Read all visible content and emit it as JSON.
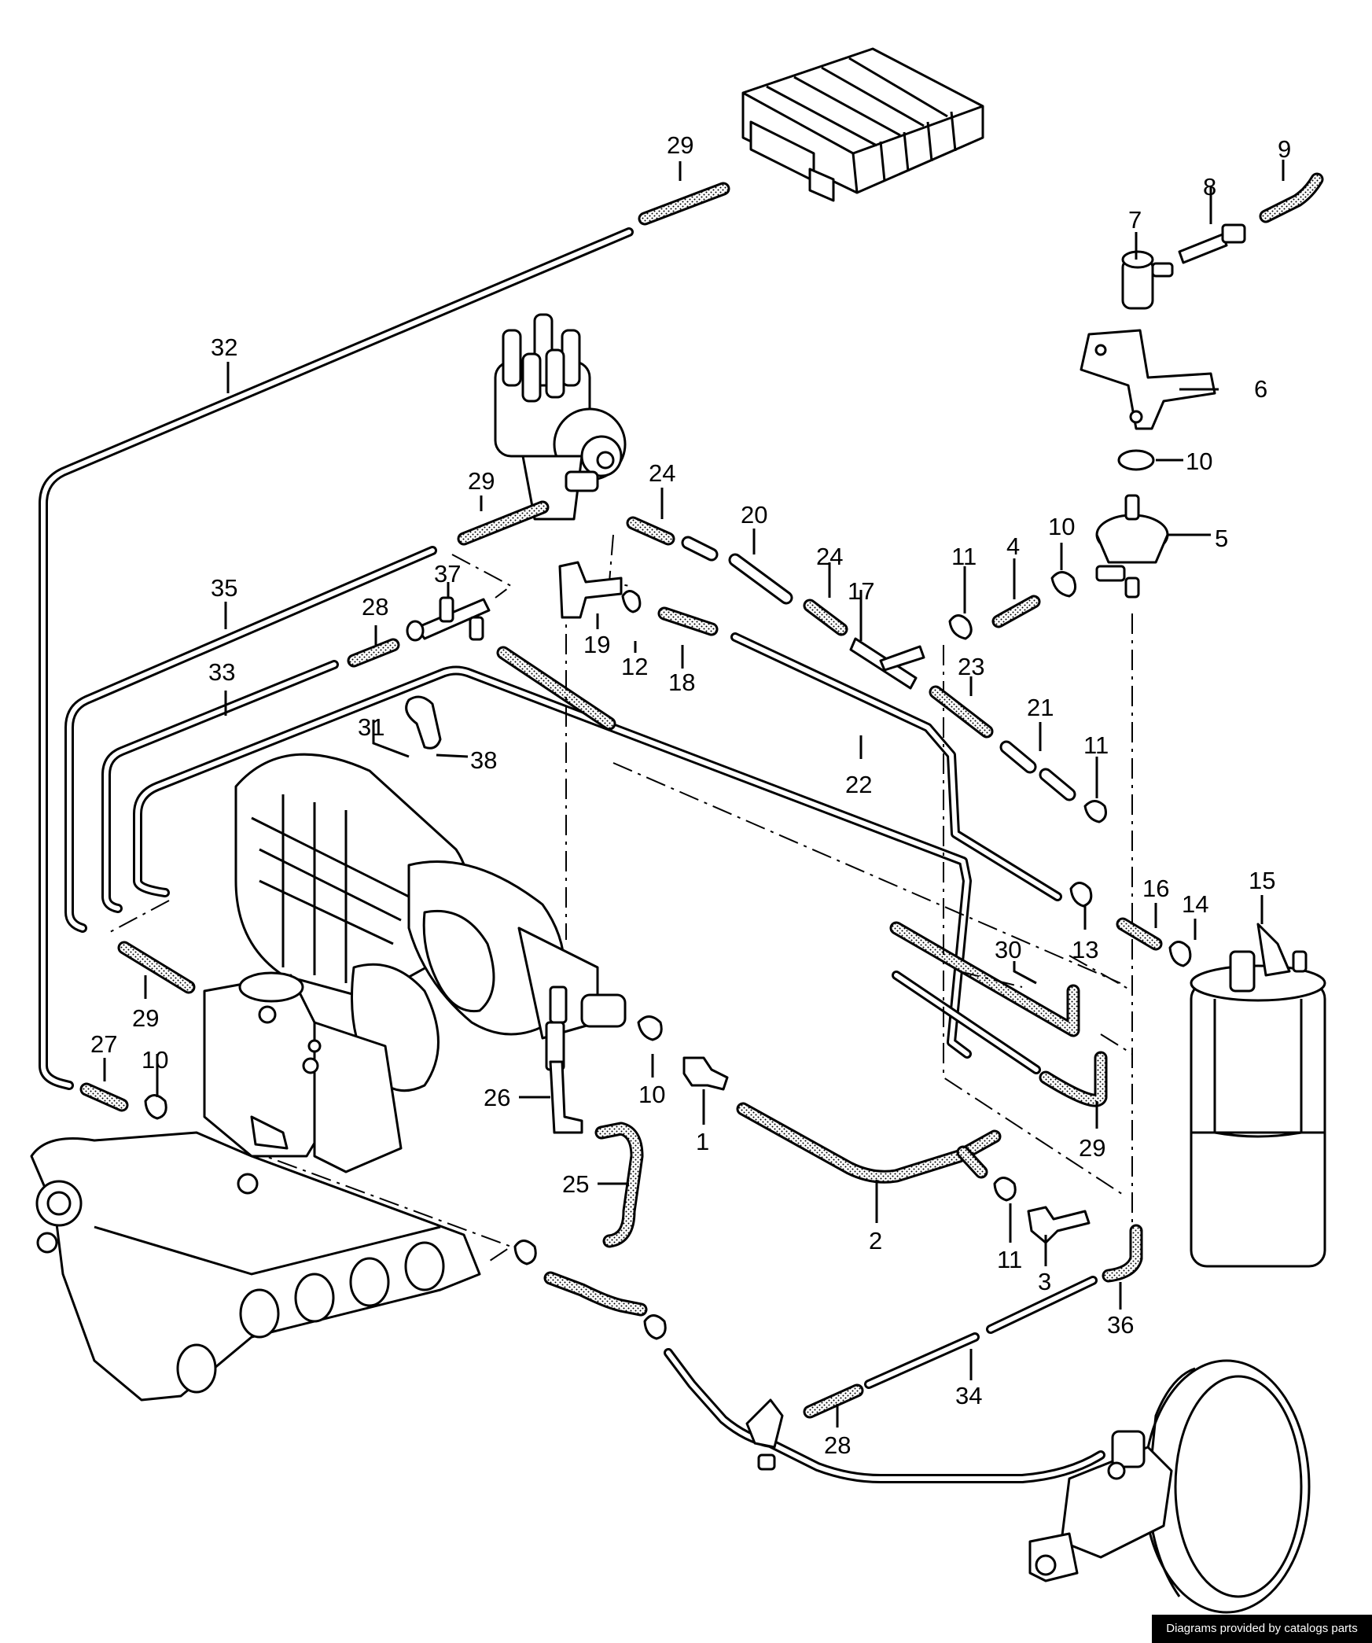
{
  "credit": "Diagrams provided by catalogs parts",
  "callouts": {
    "c1": "1",
    "c2": "2",
    "c3": "3",
    "c4": "4",
    "c5": "5",
    "c6": "6",
    "c7": "7",
    "c8": "8",
    "c9": "9",
    "c10a": "10",
    "c10b": "10",
    "c10c": "10",
    "c10d": "10",
    "c11a": "11",
    "c11b": "11",
    "c11c": "11",
    "c12": "12",
    "c13": "13",
    "c14": "14",
    "c15": "15",
    "c16": "16",
    "c17": "17",
    "c18": "18",
    "c19": "19",
    "c20": "20",
    "c21": "21",
    "c22": "22",
    "c23": "23",
    "c24a": "24",
    "c24b": "24",
    "c25": "25",
    "c26": "26",
    "c27": "27",
    "c28a": "28",
    "c28b": "28",
    "c29a": "29",
    "c29b": "29",
    "c29c": "29",
    "c29d": "29",
    "c30": "30",
    "c31": "31",
    "c32": "32",
    "c33": "33",
    "c34": "34",
    "c35": "35",
    "c36": "36",
    "c37": "37",
    "c38": "38"
  }
}
